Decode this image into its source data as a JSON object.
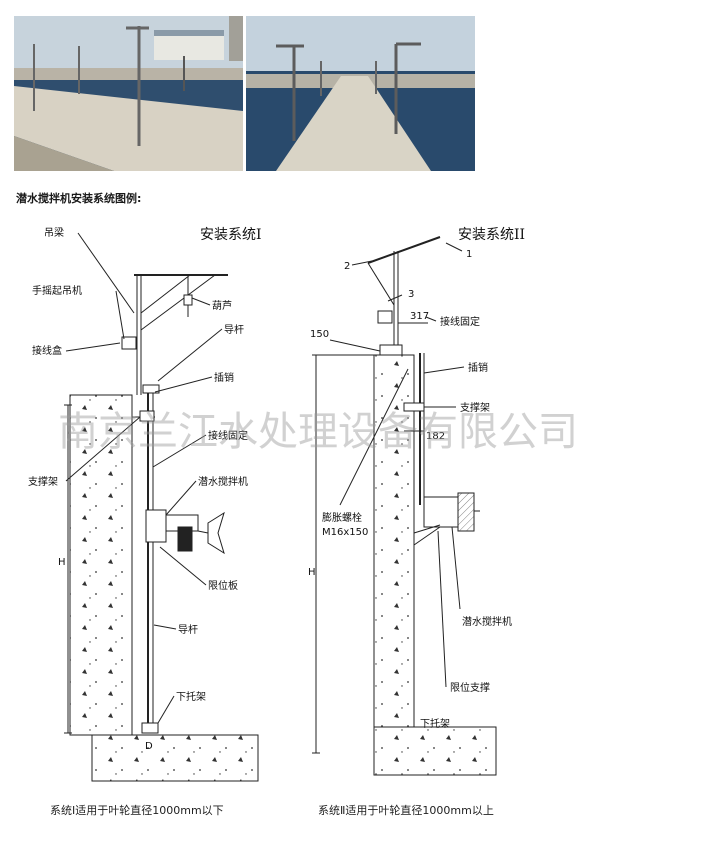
{
  "section_title": "潜水搅拌机安装系统图例:",
  "system1": {
    "title": "安装系统I",
    "labels": {
      "diaoliang": "吊梁",
      "shouyao": "手摇起吊机",
      "jiexianhe": "接线盒",
      "hulu": "葫芦",
      "daogan_top": "导杆",
      "chaxiao": "插销",
      "jiexian_guding": "接线固定",
      "zhichengjia": "支撑架",
      "mixer": "潜水搅拌机",
      "xianweiban": "限位板",
      "daogan_bottom": "导杆",
      "xiatuojia": "下托架",
      "h": "H",
      "d": "D"
    },
    "caption": "系统Ⅰ适用于叶轮直径1000mm以下"
  },
  "system2": {
    "title": "安装系统II",
    "labels": {
      "n1": "1",
      "n2": "2",
      "n3": "3",
      "n317": "317",
      "jiexian_guding": "接线固定",
      "n150": "150",
      "chaxiao": "插销",
      "zhichengjia": "支撑架",
      "n182": "182",
      "pengzhang": "膨胀螺栓",
      "bolt_size": "M16x150",
      "h": "H",
      "mixer": "潜水搅拌机",
      "xianwei": "限位支撑",
      "xiatuojia": "下托架"
    },
    "caption": "系统Ⅱ适用于叶轮直径1000mm以上"
  },
  "watermark": "南京兰江水处理设备有限公司",
  "colors": {
    "line": "#222222",
    "concrete": "#f4f4f4",
    "water": "#3a5f8a",
    "sky": "#c8d4dc"
  }
}
